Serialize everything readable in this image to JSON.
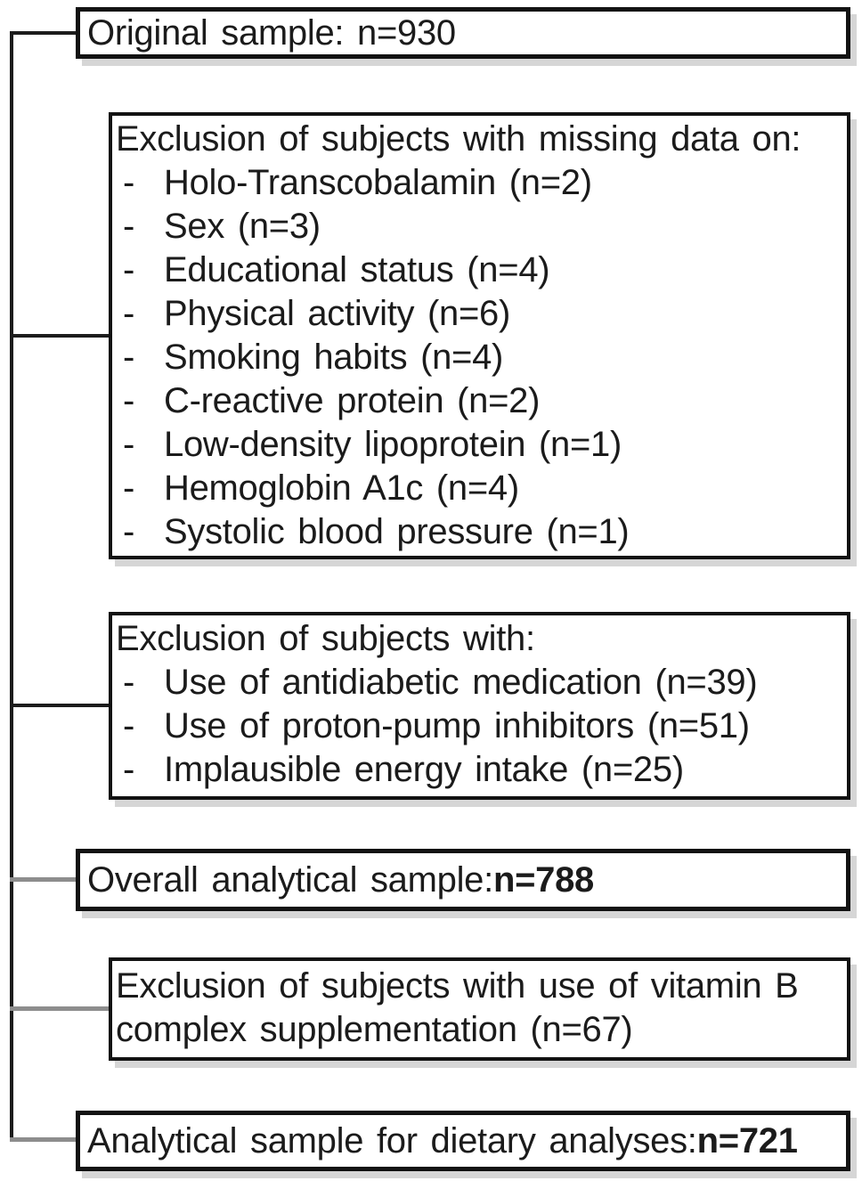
{
  "bullet": "-",
  "colors": {
    "box_border": "#121212",
    "connector_black": "#1c1c1c",
    "connector_gray": "#8d8d8d",
    "shadow": "#d6d6d6"
  },
  "boxes": [
    {
      "id": "original-sample",
      "text": "Original sample: n=930",
      "bold_text": ""
    },
    {
      "id": "exclusion-missing-data",
      "header": "Exclusion of subjects with missing data on:",
      "items": [
        "Holo-Transcobalamin (n=2)",
        "Sex (n=3)",
        "Educational status (n=4)",
        "Physical activity (n=6)",
        "Smoking habits (n=4)",
        "C-reactive protein (n=2)",
        "Low-density lipoprotein (n=1)",
        "Hemoglobin A1c (n=4)",
        "Systolic blood pressure (n=1)"
      ]
    },
    {
      "id": "exclusion-subjects-with",
      "header": "Exclusion of subjects with:",
      "items": [
        "Use of antidiabetic medication (n=39)",
        "Use of proton-pump inhibitors (n=51)",
        "Implausible energy intake (n=25)"
      ]
    },
    {
      "id": "overall-analytical-sample",
      "text": "Overall analytical sample: ",
      "bold_text": "n=788"
    },
    {
      "id": "exclusion-vitamin-b",
      "header": "Exclusion of subjects with use of vitamin B complex supplementation (n=67)",
      "items": []
    },
    {
      "id": "analytical-sample-dietary",
      "text": "Analytical sample for dietary analyses: ",
      "bold_text": "n=721"
    }
  ]
}
